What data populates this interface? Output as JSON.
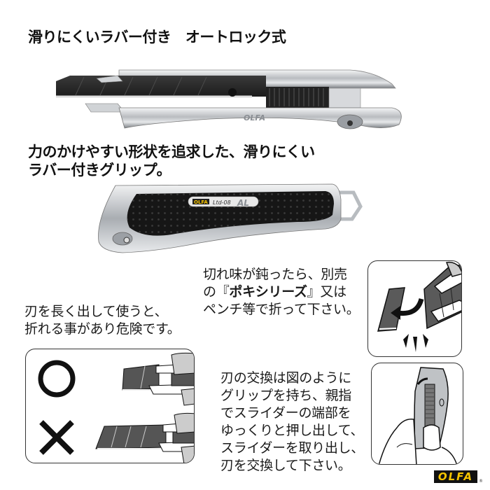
{
  "section1": {
    "heading": "滑りにくいラバー付き　オートロック式"
  },
  "section2": {
    "heading_line1": "力のかけやすい形状を追求した、滑りにくい",
    "heading_line2": "ラバー付きグリップ。",
    "grip_badge": {
      "brand": "OLFA",
      "model": "Ltd-08",
      "suffix": "AL"
    }
  },
  "side_engraving": {
    "brand": "OLFA"
  },
  "snap_instructions": {
    "line1": "切れ味が鈍ったら、別売",
    "line2_prefix": "の『",
    "line2_bold": "ポキシリーズ",
    "line2_suffix": "』又は",
    "line3": "ペンチ等で折って下さい。"
  },
  "warning": {
    "line1": "刃を長く出して使うと、",
    "line2": "折れる事があり危険です。"
  },
  "comparison_panel": {
    "correct_symbol": "○",
    "incorrect_symbol": "×"
  },
  "replace_instructions": {
    "lines": [
      "刃の交換は図のように",
      "グリップを持ち、親指",
      "でスライダーの端部を",
      "ゆっくりと押し出して、",
      "スライダーを取り出し、",
      "刃を交換して下さい。"
    ]
  },
  "footer_logo": {
    "brand": "OLFA",
    "registered": "®"
  },
  "colors": {
    "text": "#111111",
    "blade_dark": "#555555",
    "logo_yellow": "#f5c400",
    "logo_black": "#111111",
    "silver": "#c9ccd0"
  }
}
